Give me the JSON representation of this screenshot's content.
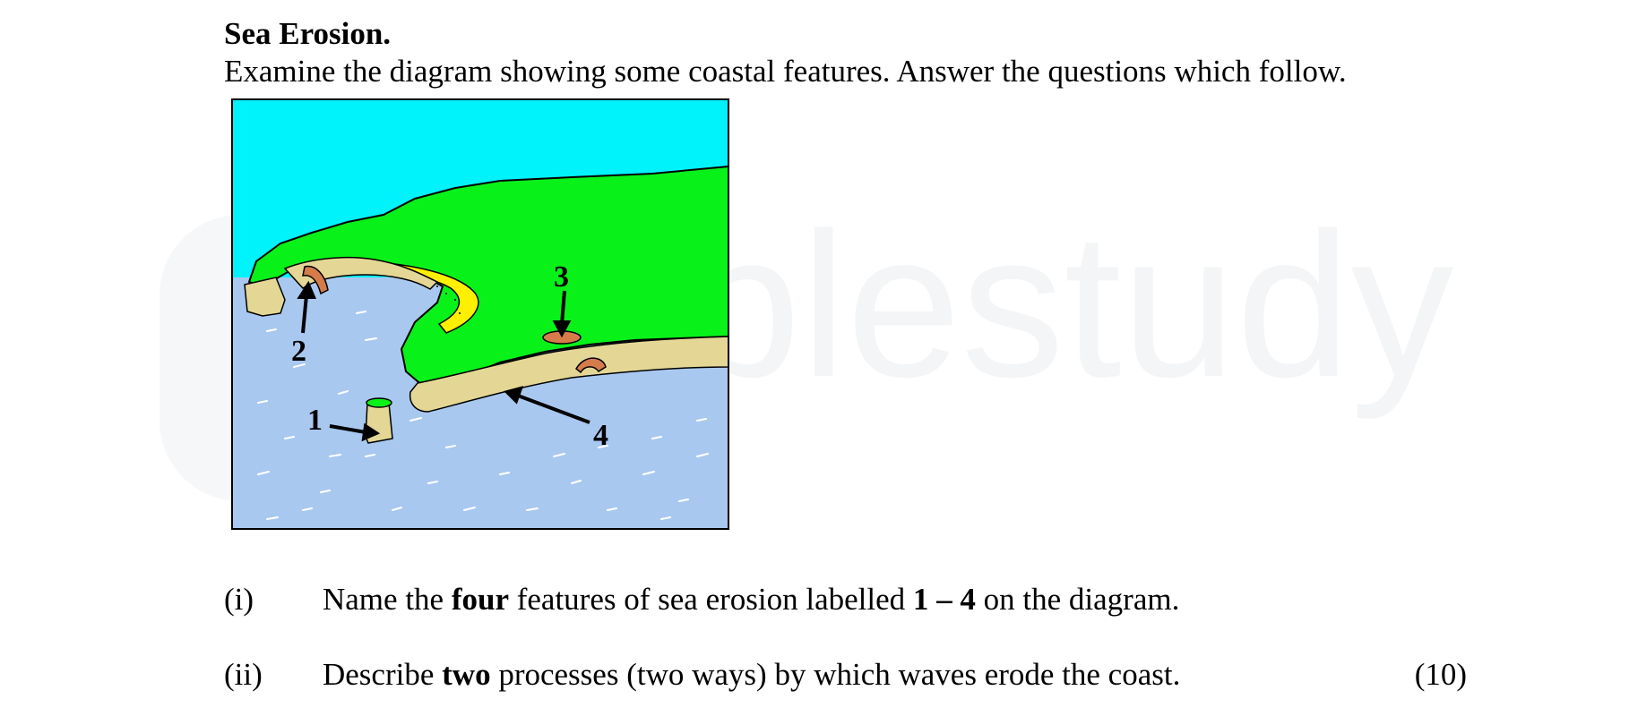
{
  "watermark_text": "simplestudy",
  "title": "Sea Erosion.",
  "intro": "Examine the diagram showing some coastal features.  Answer the questions which follow.",
  "diagram": {
    "labels": [
      "1",
      "2",
      "3",
      "4"
    ],
    "colors": {
      "sky": "#00f2fa",
      "sea": "#a9c8f0",
      "land": "#08f219",
      "cliff": "#e4d796",
      "beach": "#fef000",
      "cave": "#d67c4a"
    }
  },
  "questions": [
    {
      "number": "(i)",
      "parts": [
        {
          "text": "Name the ",
          "bold": false
        },
        {
          "text": "four",
          "bold": true
        },
        {
          "text": " features of sea erosion labelled ",
          "bold": false
        },
        {
          "text": "1 – 4",
          "bold": true
        },
        {
          "text": " on the diagram.",
          "bold": false
        }
      ],
      "marks": ""
    },
    {
      "number": "(ii)",
      "parts": [
        {
          "text": "Describe ",
          "bold": false
        },
        {
          "text": "two",
          "bold": true
        },
        {
          "text": " processes (two ways) by which waves erode the coast.",
          "bold": false
        }
      ],
      "marks": "(10)"
    }
  ]
}
